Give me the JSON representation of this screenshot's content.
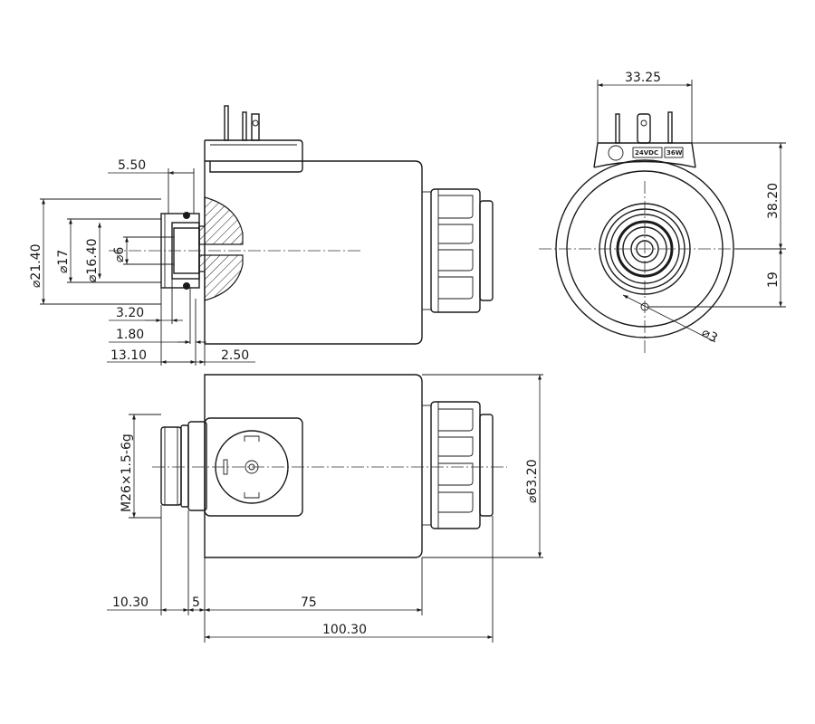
{
  "dimensions": {
    "d_5_50": "5.50",
    "d_21_40": "21.40",
    "d_17": "17",
    "d_16_40": "16.40",
    "d_6": "6",
    "d_3_20": "3.20",
    "d_1_80": "1.80",
    "d_13_10": "13.10",
    "d_2_50": "2.50",
    "d_33_25": "33.25",
    "d_38_20": "38.20",
    "d_19": "19",
    "d_3": "3",
    "d_63_20": "63.20",
    "d_thread": "M26×1.5-6g",
    "d_10_30": "10.30",
    "d_5": "5",
    "d_75": "75",
    "d_100_30": "100.30"
  },
  "symbols": {
    "diameter": "⌀"
  },
  "label": {
    "voltage": "24VDC",
    "power": "36W"
  },
  "colors": {
    "line": "#1a1a1a",
    "background": "#ffffff"
  }
}
